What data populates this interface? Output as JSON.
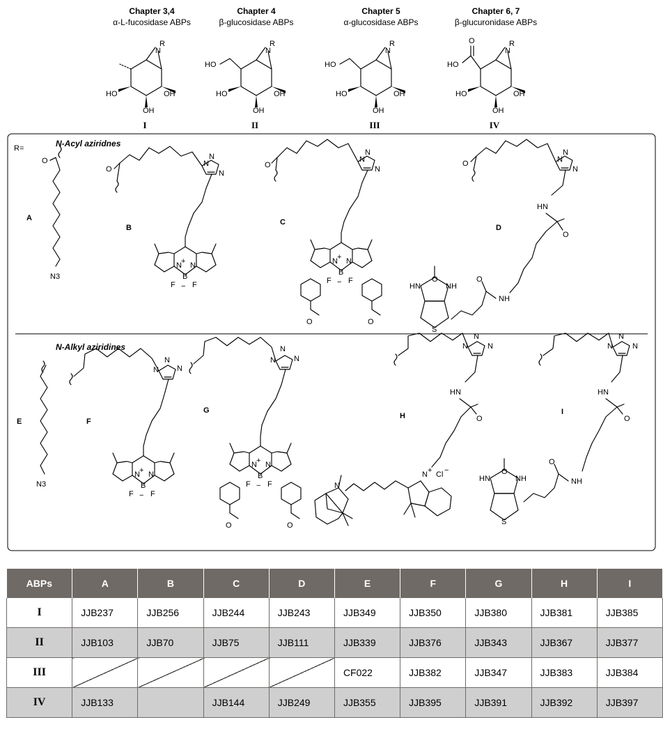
{
  "header": {
    "cores": [
      {
        "chapter": "Chapter 3,4",
        "target": "α-L-fucosidase ABPs",
        "numeral": "I"
      },
      {
        "chapter": "Chapter 4",
        "target": "β-glucosidase ABPs",
        "numeral": "II"
      },
      {
        "chapter": "Chapter 5",
        "target": "α-glucosidase ABPs",
        "numeral": "III"
      },
      {
        "chapter": "Chapter 6, 7",
        "target": "β-glucuronidase ABPs",
        "numeral": "IV"
      }
    ]
  },
  "atoms": {
    "R": "R",
    "N": "N",
    "HO": "HO",
    "OH": "OH",
    "O": "O",
    "N3": "N3",
    "HN": "HN",
    "NH": "NH",
    "S": "S",
    "F": "F",
    "B": "B",
    "Cl": "Cl",
    "plus": "+",
    "minus": "−"
  },
  "box": {
    "r_label": "R=",
    "acyl_title": "N-Acyl aziridnes",
    "alkyl_title": "N-Alkyl aziridines",
    "groups": [
      "A",
      "B",
      "C",
      "D",
      "E",
      "F",
      "G",
      "H",
      "I"
    ]
  },
  "table": {
    "columns": [
      "ABPs",
      "A",
      "B",
      "C",
      "D",
      "E",
      "F",
      "G",
      "H",
      "I"
    ],
    "rows": [
      {
        "head": "I",
        "cells": [
          "JJB237",
          "JJB256",
          "JJB244",
          "JJB243",
          "JJB349",
          "JJB350",
          "JJB380",
          "JJB381",
          "JJB385"
        ]
      },
      {
        "head": "II",
        "cells": [
          "JJB103",
          "JJB70",
          "JJB75",
          "JJB111",
          "JJB339",
          "JJB376",
          "JJB343",
          "JJB367",
          "JJB377"
        ]
      },
      {
        "head": "III",
        "cells": [
          "",
          "",
          "",
          "",
          "CF022",
          "JJB382",
          "JJB347",
          "JJB383",
          "JJB384"
        ]
      },
      {
        "head": "IV",
        "cells": [
          "JJB133",
          "",
          "JJB144",
          "JJB249",
          "JJB355",
          "JJB395",
          "JJB391",
          "JJB392",
          "JJB397"
        ]
      }
    ]
  }
}
